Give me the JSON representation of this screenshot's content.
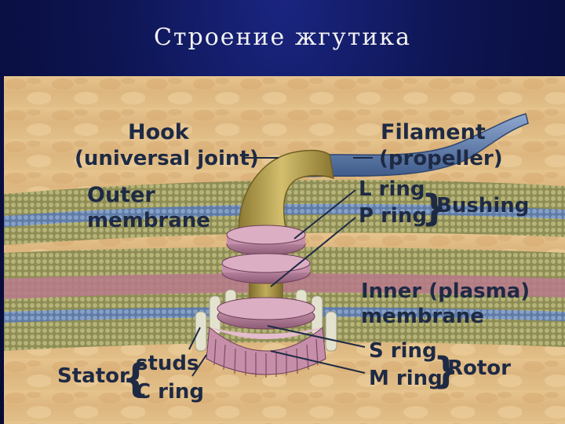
{
  "slide": {
    "title": "Строение жгутика"
  },
  "labels": {
    "hook": "Hook",
    "hook_sub": "(universal joint)",
    "filament": "Filament",
    "filament_sub": "(propeller)",
    "outer": "Outer",
    "outer_sub": "membrane",
    "l_ring": "L ring",
    "p_ring": "P ring",
    "bushing": "Bushing",
    "inner": "Inner (plasma)",
    "inner_sub": "membrane",
    "s_ring": "S ring",
    "m_ring": "M ring",
    "rotor": "Rotor",
    "stator": "Stator",
    "studs": "studs",
    "c_ring": "C ring"
  },
  "colors": {
    "background": "#0d1450",
    "hook": "#b9a24e",
    "filament": "#5b78a8",
    "rings": "#b07a96",
    "membrane_blue": "#6a86ad",
    "membrane_pink": "#b97a8e",
    "beads": "#9a9b5e",
    "label": "#1e2a44"
  }
}
